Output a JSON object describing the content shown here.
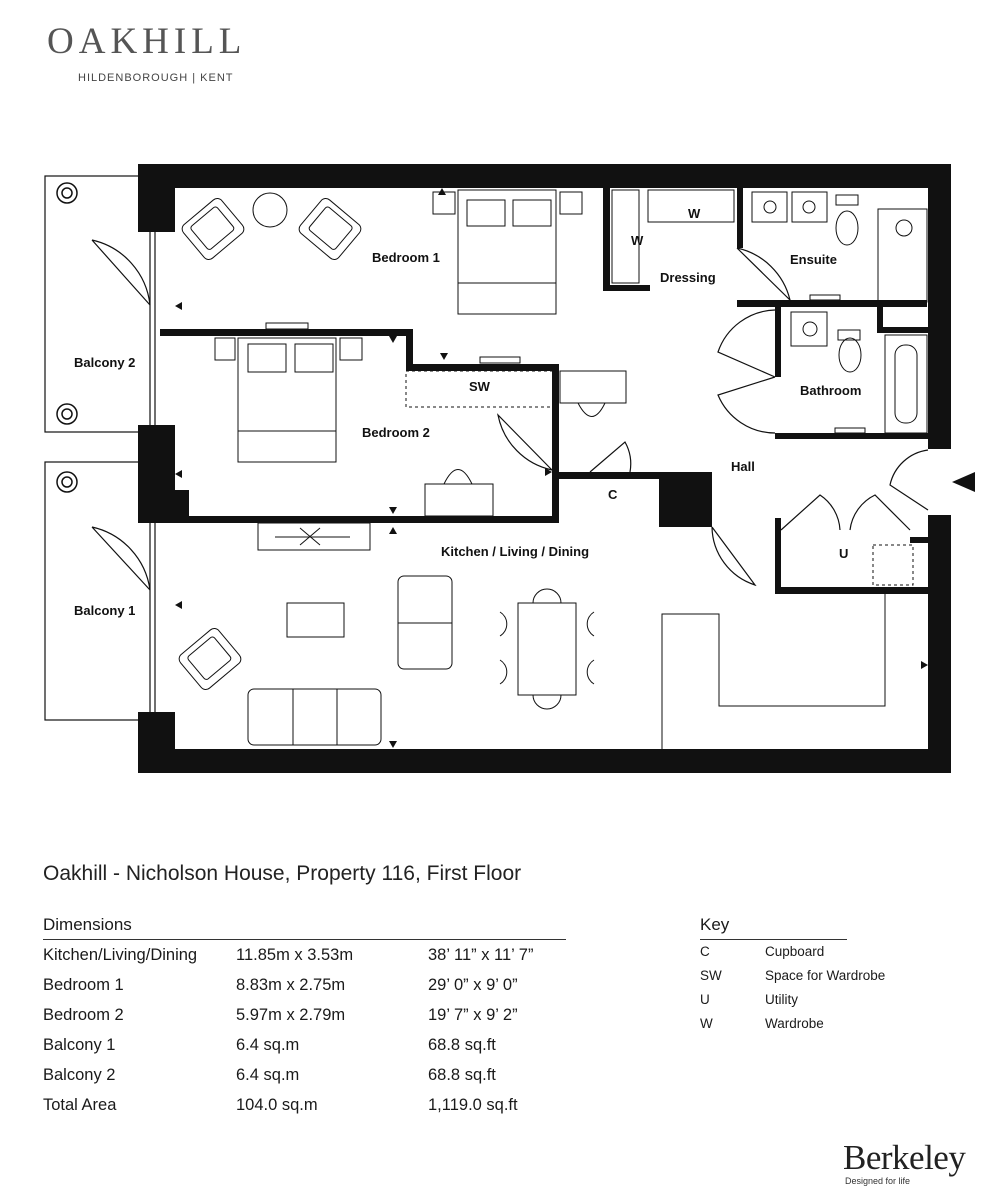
{
  "brand": {
    "name": "OAKHILL",
    "location": "HILDENBOROUGH | KENT"
  },
  "plan": {
    "rooms": {
      "bedroom1": "Bedroom 1",
      "bedroom2": "Bedroom 2",
      "dressing": "Dressing",
      "ensuite": "Ensuite",
      "bathroom": "Bathroom",
      "hall": "Hall",
      "kitchen": "Kitchen / Living / Dining",
      "balcony1": "Balcony 1",
      "balcony2": "Balcony 2",
      "sw": "SW",
      "c": "C",
      "u": "U",
      "w1": "W",
      "w2": "W"
    }
  },
  "title": "Oakhill - Nicholson House, Property 116, First Floor",
  "dimensions": {
    "heading": "Dimensions",
    "rows": [
      {
        "room": "Kitchen/Living/Dining",
        "metric": "11.85m x 3.53m",
        "imperial": "38’ 11” x 11’ 7”"
      },
      {
        "room": "Bedroom 1",
        "metric": "8.83m x 2.75m",
        "imperial": "29’ 0” x 9’ 0”"
      },
      {
        "room": "Bedroom 2",
        "metric": "5.97m x 2.79m",
        "imperial": "19’ 7” x 9’ 2”"
      },
      {
        "room": "Balcony 1",
        "metric": "6.4 sq.m",
        "imperial": "68.8 sq.ft"
      },
      {
        "room": "Balcony 2",
        "metric": "6.4 sq.m",
        "imperial": "68.8 sq.ft"
      },
      {
        "room": "Total Area",
        "metric": "104.0 sq.m",
        "imperial": "1,119.0 sq.ft"
      }
    ]
  },
  "key": {
    "heading": "Key",
    "items": [
      {
        "code": "C",
        "label": "Cupboard"
      },
      {
        "code": "SW",
        "label": "Space for Wardrobe"
      },
      {
        "code": "U",
        "label": "Utility"
      },
      {
        "code": "W",
        "label": "Wardrobe"
      }
    ]
  },
  "developer": {
    "name": "Berkeley",
    "tagline": "Designed for life"
  }
}
